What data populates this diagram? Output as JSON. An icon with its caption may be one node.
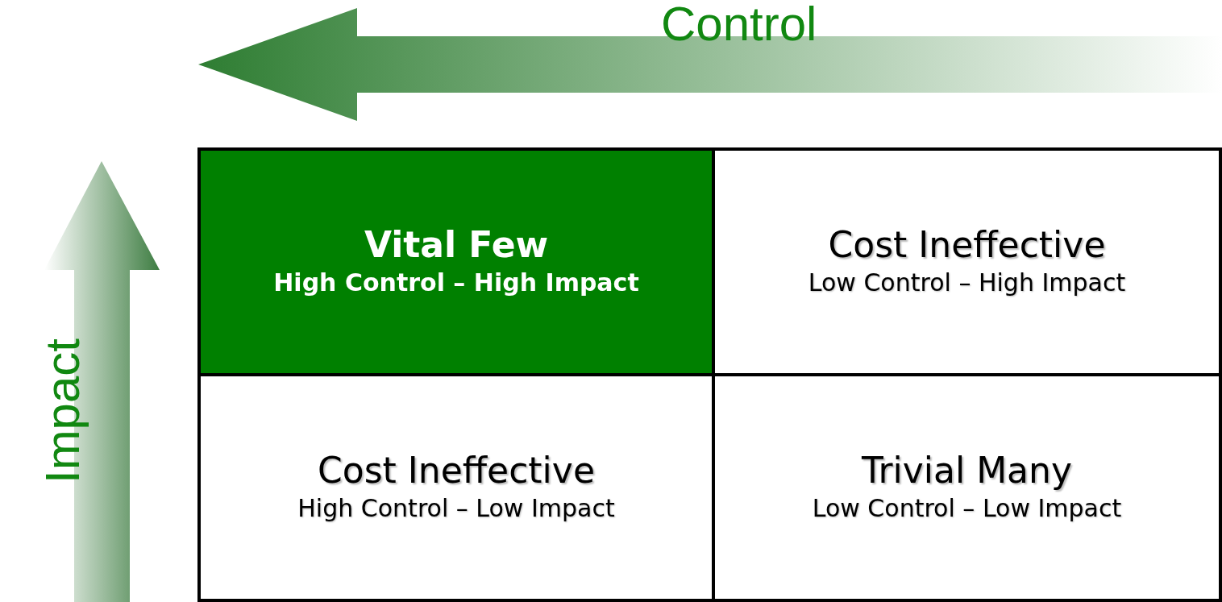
{
  "diagram": {
    "nodes": [
      {
        "text": [
          "Vital Few",
          "High Control – High Impact"
        ]
      },
      {
        "text": [
          "Cost Ineffective",
          "Low Control – High Impact"
        ]
      },
      {
        "text": [
          "Cost Ineffective",
          "High Control – Low Impact"
        ]
      },
      {
        "text": [
          "Trivial Many",
          "Low Control – Low Impact"
        ]
      }
    ],
    "labels": [
      "Control",
      "Impact"
    ]
  }
}
